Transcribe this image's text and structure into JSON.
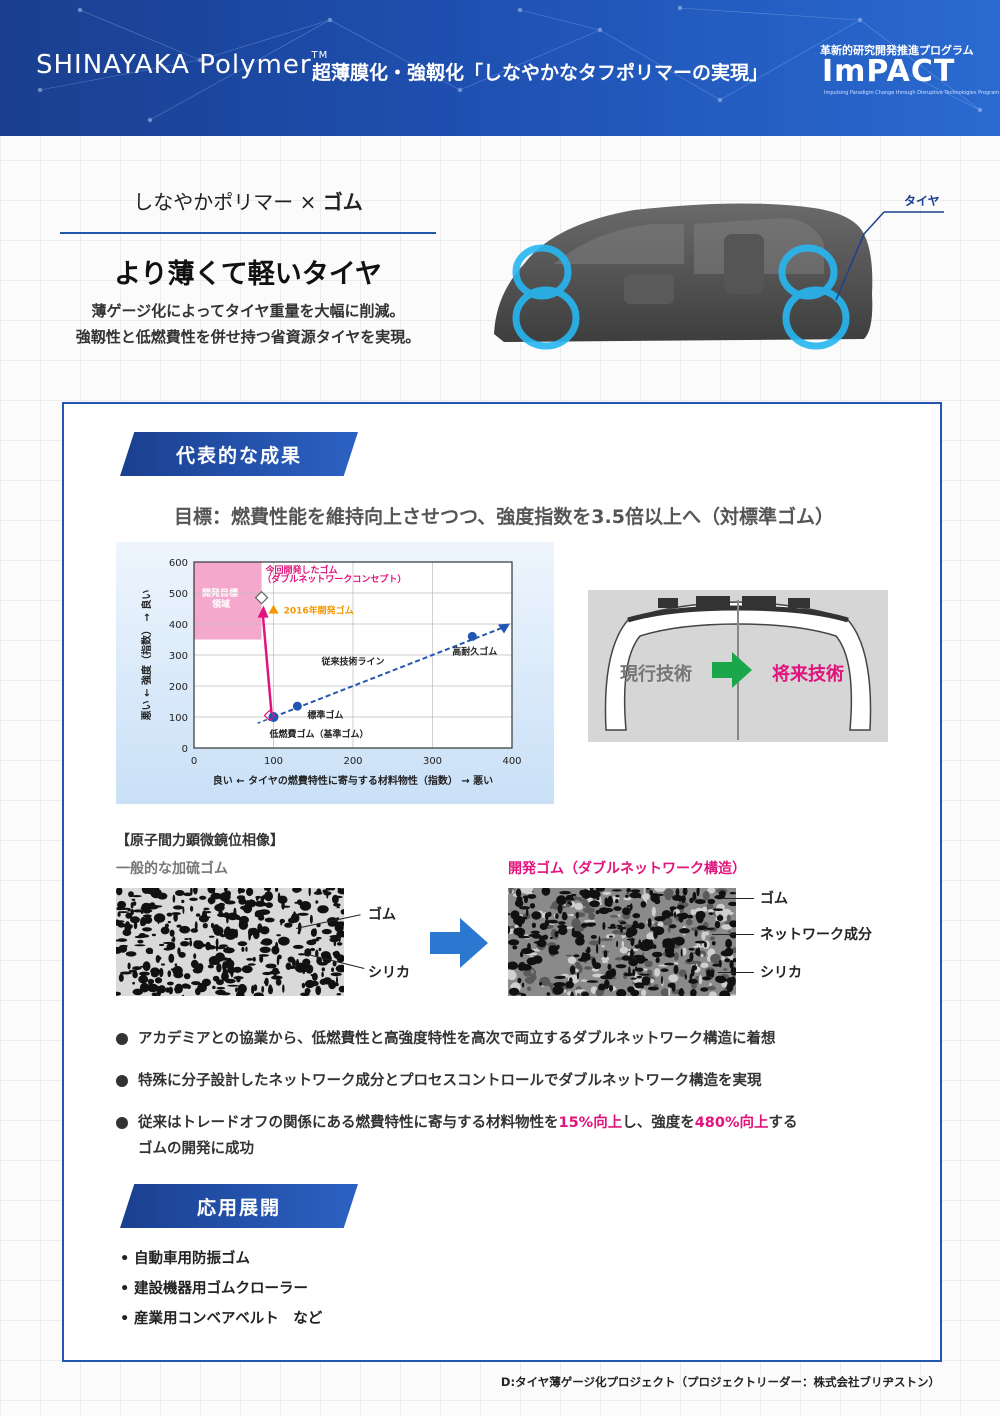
{
  "header": {
    "brand": "SHINAYAKA Polymer",
    "brand_tm": "TM",
    "title": "超薄膜化・強靱化「しなやかなタフポリマーの実現」",
    "impact_sub": "革新的研究開発推進プログラム",
    "impact_logo": "ImPACT",
    "impact_tag": "Impulsing Paradigm Change through Disruptive Technologies Program",
    "accent": "#1e4fb0"
  },
  "intro": {
    "sub_heading_pre": "しなやかポリマー × ",
    "sub_heading_bold": "ゴム",
    "main_heading": "より薄くて軽いタイヤ",
    "line1": "薄ゲージ化によってタイヤ重量を大幅に削減。",
    "line2": "強靱性と低燃費性を併せ持つ省資源タイヤを実現。",
    "tire_callout": "タイヤ"
  },
  "results": {
    "banner": "代表的な成果",
    "goal": "目標：燃費性能を維持向上させつつ、強度指数を3.5倍以上へ（対標準ゴム）"
  },
  "chart_data": {
    "type": "scatter",
    "xlabel": "良い ← タイヤの燃費特性に寄与する材料物性（指数） → 悪い",
    "ylabel": "悪い ← 強度（指数） → 良い",
    "xlim": [
      0,
      400
    ],
    "ylim": [
      0,
      600
    ],
    "xticks": [
      "0",
      "100",
      "200",
      "300",
      "400"
    ],
    "yticks": [
      "0",
      "100",
      "200",
      "300",
      "400",
      "500",
      "600"
    ],
    "grid": true,
    "target_region": {
      "label_line1": "開発目標",
      "label_line2": "領域",
      "x": [
        0,
        85
      ],
      "y": [
        350,
        600
      ]
    },
    "points": [
      {
        "label": "低燃費ゴム（基準ゴム）",
        "x": 100,
        "y": 100
      },
      {
        "label": "標準ゴム",
        "x": 130,
        "y": 135
      },
      {
        "label": "高耐久ゴム",
        "x": 350,
        "y": 360
      },
      {
        "label": "2016年開発ゴム",
        "x": 85,
        "y": 440
      },
      {
        "label_line1": "今回開発したゴム",
        "label_line2": "（ダブルネットワークコンセプト）",
        "x": 85,
        "y": 485
      }
    ],
    "trend_label": "従来技術ライン",
    "colors": {
      "pink": "#e0147c",
      "blue": "#2256b0",
      "orange": "#f39800"
    }
  },
  "tire_compare": {
    "current": "現行技術",
    "future": "将来技術"
  },
  "afm": {
    "title": "【原子間力顕微鏡位相像】",
    "left_title": "一般的な加硫ゴム",
    "right_title": "開発ゴム（ダブルネットワーク構造）",
    "left_labels": [
      "ゴム",
      "シリカ"
    ],
    "right_labels": [
      "ゴム",
      "ネットワーク成分",
      "シリカ"
    ]
  },
  "bullets": [
    {
      "text": "アカデミアとの協業から、低燃費性と高強度特性を高次で両立するダブルネットワーク構造に着想"
    },
    {
      "text": "特殊に分子設計したネットワーク成分とプロセスコントロールでダブルネットワーク構造を実現"
    },
    {
      "p1": "従来はトレードオフの関係にある燃費特性に寄与する材料物性を",
      "h1": "15%向上",
      "p2": "し、強度を",
      "h2": "480%向上",
      "p3": "する",
      "p4": "ゴムの開発に成功"
    }
  ],
  "applications": {
    "banner": "応用展開",
    "items": [
      "自動車用防振ゴム",
      "建設機器用ゴムクローラー",
      "産業用コンベアベルト　など"
    ]
  },
  "footer": "D:タイヤ薄ゲージ化プロジェクト（プロジェクトリーダー：株式会社ブリヂストン）"
}
